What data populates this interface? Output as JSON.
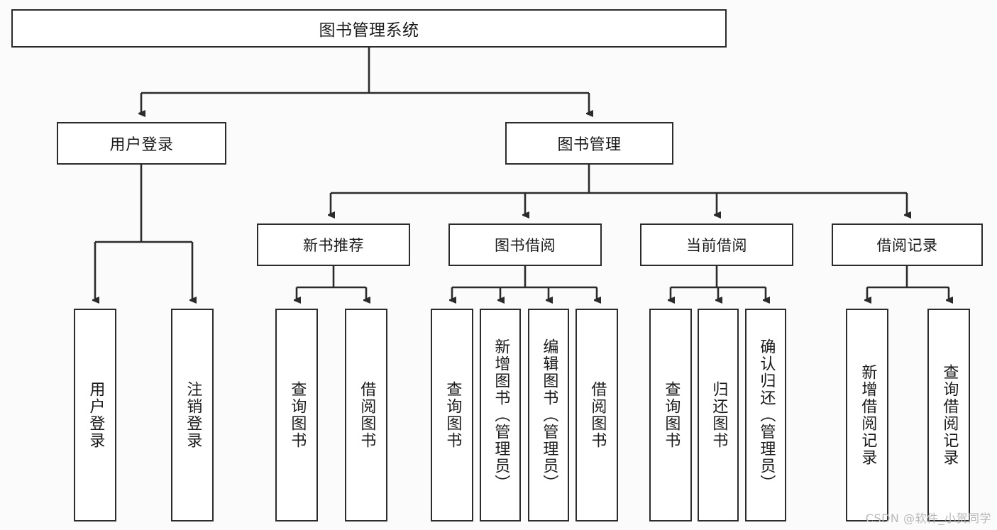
{
  "diagram": {
    "title": "图书管理系统",
    "type": "tree-hierarchy-diagram",
    "watermark": "CSDN @软件_小贺同学",
    "colors": {
      "box_border": "#2b2b2b",
      "box_fill": "#ffffff",
      "edge": "#2b2b2b",
      "text": "#1a1a1a",
      "canvas": "#fbfbfb",
      "watermark": "#b9b9b9"
    },
    "nodes": {
      "root": {
        "label": "图书管理系统"
      },
      "branch_login": {
        "label": "用户登录"
      },
      "branch_book_mgmt": {
        "label": "图书管理"
      },
      "group_new_book": {
        "label": "新书推荐"
      },
      "group_borrow": {
        "label": "图书借阅"
      },
      "group_current": {
        "label": "当前借阅"
      },
      "group_record": {
        "label": "借阅记录"
      },
      "leaf_user_login": {
        "label": "用户登录"
      },
      "leaf_user_logout": {
        "label": "注销登录"
      },
      "leaf_nb_query": {
        "label": "查询图书"
      },
      "leaf_nb_borrow": {
        "label": "借阅图书"
      },
      "leaf_bb_query": {
        "label": "查询图书"
      },
      "leaf_bb_add": {
        "label": "新增图书（管理员）"
      },
      "leaf_bb_edit": {
        "label": "编辑图书（管理员）"
      },
      "leaf_bb_borrow": {
        "label": "借阅图书"
      },
      "leaf_cur_query": {
        "label": "查询图书"
      },
      "leaf_cur_return": {
        "label": "归还图书"
      },
      "leaf_cur_confirm": {
        "label": "确认归还（管理员）"
      },
      "leaf_rec_add": {
        "label": "新增借阅记录"
      },
      "leaf_rec_query": {
        "label": "查询借阅记录"
      }
    },
    "edges": [
      {
        "from": "root",
        "to": "branch_login"
      },
      {
        "from": "root",
        "to": "branch_book_mgmt"
      },
      {
        "from": "branch_login",
        "to": "leaf_user_login"
      },
      {
        "from": "branch_login",
        "to": "leaf_user_logout"
      },
      {
        "from": "branch_book_mgmt",
        "to": "group_new_book"
      },
      {
        "from": "branch_book_mgmt",
        "to": "group_borrow"
      },
      {
        "from": "branch_book_mgmt",
        "to": "group_current"
      },
      {
        "from": "branch_book_mgmt",
        "to": "group_record"
      },
      {
        "from": "group_new_book",
        "to": "leaf_nb_query"
      },
      {
        "from": "group_new_book",
        "to": "leaf_nb_borrow"
      },
      {
        "from": "group_borrow",
        "to": "leaf_bb_query"
      },
      {
        "from": "group_borrow",
        "to": "leaf_bb_add"
      },
      {
        "from": "group_borrow",
        "to": "leaf_bb_edit"
      },
      {
        "from": "group_borrow",
        "to": "leaf_bb_borrow"
      },
      {
        "from": "group_current",
        "to": "leaf_cur_query"
      },
      {
        "from": "group_current",
        "to": "leaf_cur_return"
      },
      {
        "from": "group_current",
        "to": "leaf_cur_confirm"
      },
      {
        "from": "group_record",
        "to": "leaf_rec_add"
      },
      {
        "from": "group_record",
        "to": "leaf_rec_query"
      }
    ]
  }
}
